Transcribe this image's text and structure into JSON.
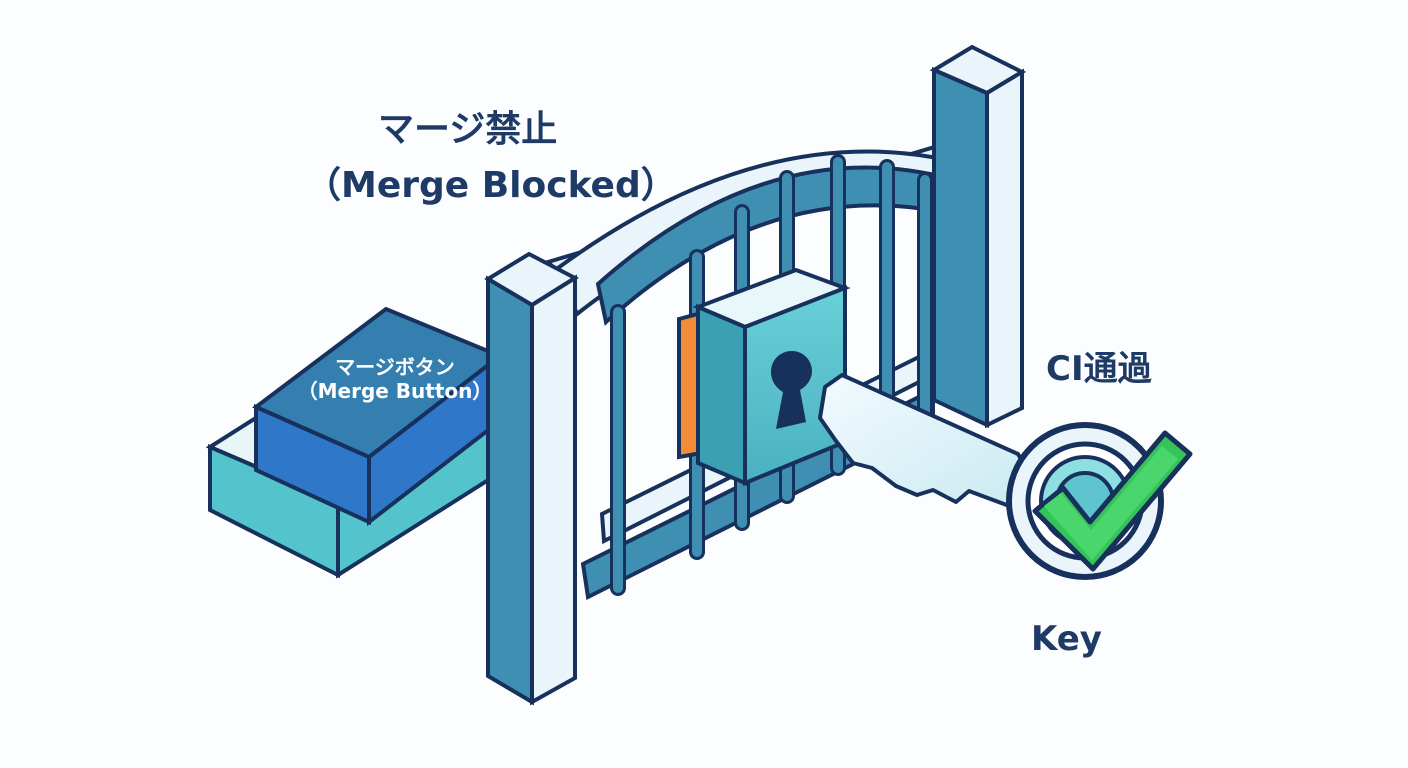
{
  "labels": {
    "title_jp": "マージ禁止",
    "title_en": "（Merge Blocked）",
    "merge_button_jp": "マージボタン",
    "merge_button_en": "（Merge Button）",
    "ci_passed": "CI通過",
    "key": "Key"
  },
  "colors": {
    "outline": "#17315c",
    "gate_blue": "#3f8fb3",
    "gate_light": "#e9f5fb",
    "button_blue": "#2f77c8",
    "button_teal": "#53c3cc",
    "lock_teal": "#5ec5cf",
    "lock_orange": "#f28c38",
    "check_green": "#35c45a",
    "text_dark": "#1e3a66"
  },
  "icons": {
    "gate": "gate-icon",
    "padlock": "padlock-icon",
    "keyhole": "keyhole-icon",
    "key": "key-icon",
    "checkmark": "checkmark-icon",
    "merge_button": "merge-button-icon"
  }
}
